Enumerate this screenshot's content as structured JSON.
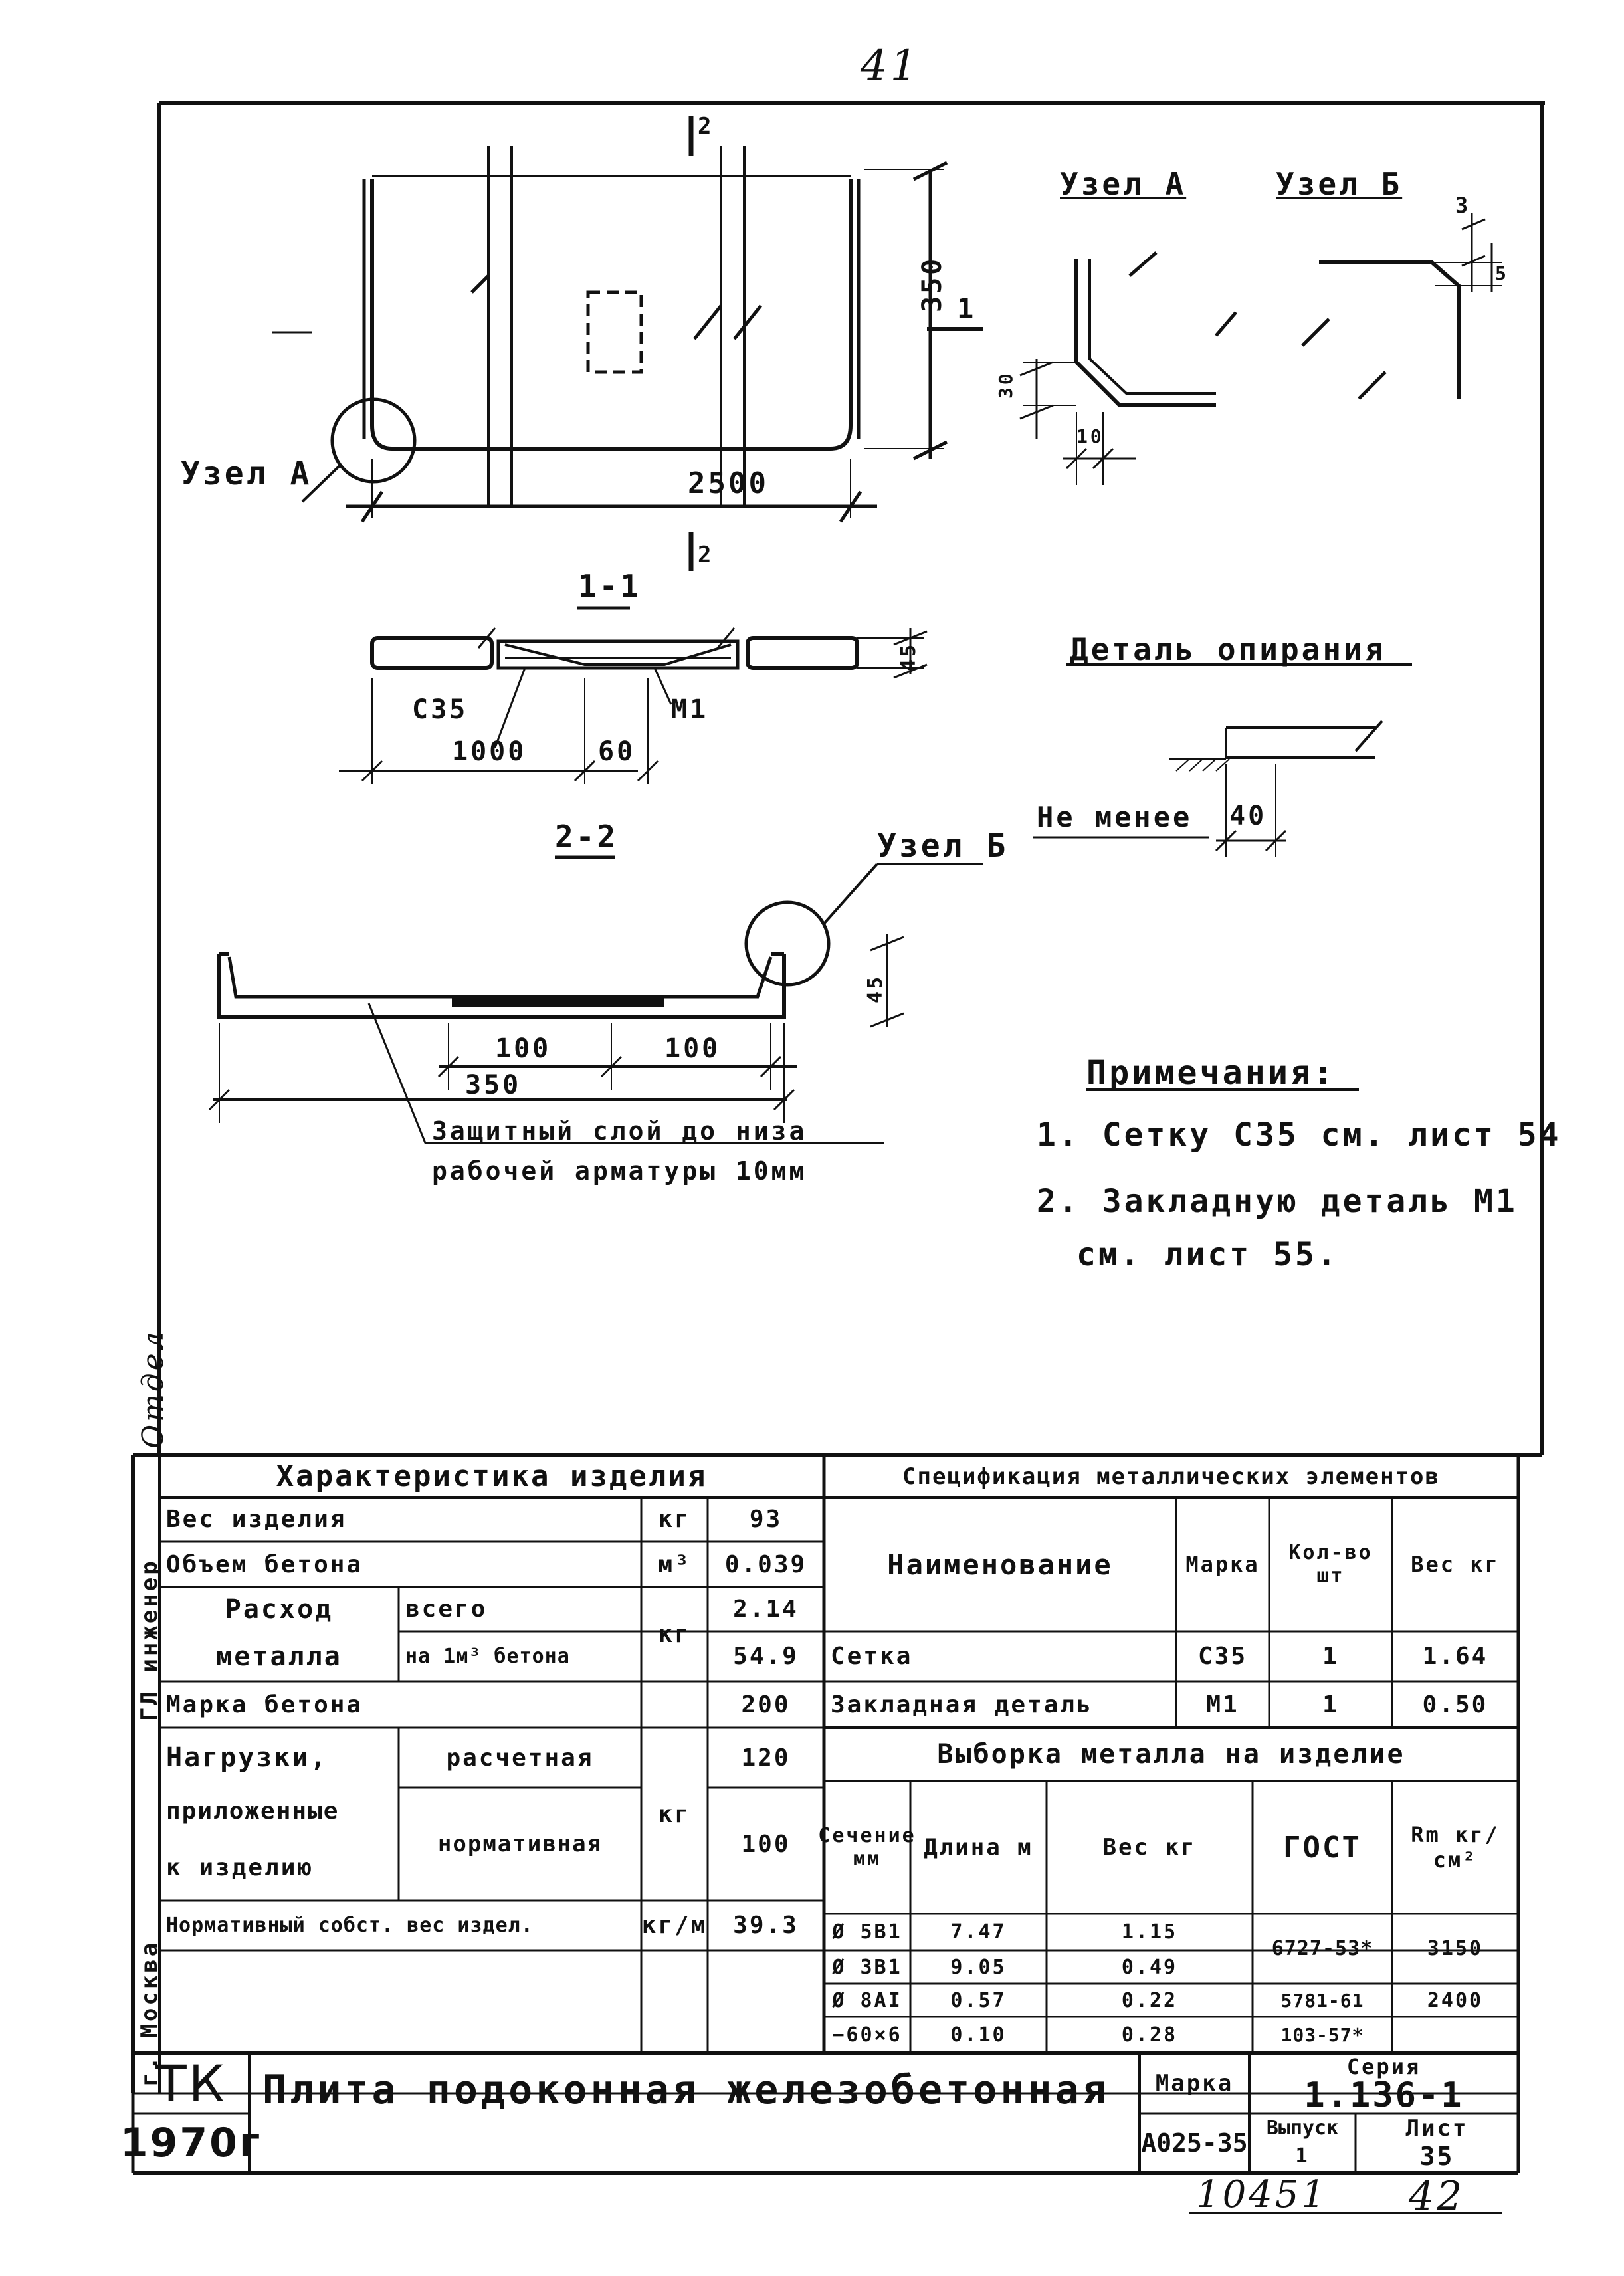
{
  "page": {
    "top_number": "41",
    "bottom_number_left": "10451",
    "bottom_number_right": "42"
  },
  "drawing": {
    "node_a_label": "Узел А",
    "node_b_label": "Узел Б",
    "node_a_callout": "Узел А",
    "node_b_callout": "Узел Б",
    "section_marks": {
      "top": "2",
      "bottom": "2",
      "right": "1"
    },
    "plan": {
      "length": "2500",
      "width": "350"
    },
    "section_1_1": {
      "title": "1-1",
      "h": "45",
      "c35": "С35",
      "m1": "М1",
      "d1000": "1000",
      "d60": "60"
    },
    "section_2_2": {
      "title": "2-2",
      "h": "45",
      "d100a": "100",
      "d100b": "100",
      "d350": "350"
    },
    "node_a_dims": {
      "v": "30",
      "h": "10"
    },
    "node_b_dims": {
      "d3": "3",
      "d5": "5"
    },
    "support_detail": {
      "title": "Деталь опирания",
      "label": "Не менее",
      "value": "40"
    },
    "protective_layer": [
      "Защитный слой до низа",
      "рабочей арматуры 10мм"
    ]
  },
  "notes": {
    "title": "Примечания:",
    "items": [
      "1. Сетку С35 см. лист 54",
      "2. Закладную деталь М1",
      "см. лист 55."
    ]
  },
  "left_margin": {
    "signature": "Отдел",
    "role": "ГЛ инженер",
    "city": "г. Москва"
  },
  "characteristics": {
    "title": "Характеристика изделия",
    "rows": [
      {
        "name": "Вес изделия",
        "unit": "кг",
        "value": "93"
      },
      {
        "name": "Объем бетона",
        "unit": "м³",
        "value": "0.039"
      },
      {
        "name": "Расход",
        "sub": "всего",
        "value": "2.14"
      },
      {
        "name": "металла",
        "sub": "на 1м³ бетона",
        "value": "54.9"
      },
      {
        "name": "Марка бетона",
        "value": "200"
      },
      {
        "name": "Нагрузки,",
        "sub": "расчетная",
        "value": "120"
      },
      {
        "name": "приложенные",
        "sub": "",
        "value": ""
      },
      {
        "name": "к изделию",
        "sub": "нормативная",
        "value": "100"
      },
      {
        "name": "Нормативный собст. вес издел.",
        "unit": "кг/м",
        "value": "39.3"
      }
    ],
    "metal_unit": "кг",
    "load_unit": "кг"
  },
  "specification": {
    "title": "Спецификация металлических элементов",
    "headers": {
      "name": "Наименование",
      "mark": "Марка",
      "qty": "Кол-во шт",
      "weight": "Вес кг"
    },
    "rows": [
      {
        "name": "Сетка",
        "mark": "С35",
        "qty": "1",
        "weight": "1.64"
      },
      {
        "name": "Закладная деталь",
        "mark": "М1",
        "qty": "1",
        "weight": "0.50"
      }
    ]
  },
  "metal_selection": {
    "title": "Выборка металла на изделие",
    "headers": {
      "section": "Сечение мм",
      "length": "Длина м",
      "weight": "Вес кг",
      "gost": "ГОСТ",
      "rm": "Rm кг/см²"
    },
    "rows": [
      {
        "section": "Ø 5В1",
        "length": "7.47",
        "weight": "1.15"
      },
      {
        "section": "Ø 3В1",
        "length": "9.05",
        "weight": "0.49"
      },
      {
        "section": "Ø 8АI",
        "length": "0.57",
        "weight": "0.22"
      },
      {
        "section": "−60×6",
        "length": "0.10",
        "weight": "0.28"
      }
    ],
    "gost_a": "6727-53*",
    "rm_a": "3150",
    "gost_b": "5781-61",
    "rm_b": "2400",
    "gost_c": "103-57*"
  },
  "title_block": {
    "org": "ТК",
    "year": "1970г",
    "title": "Плита подоконная железобетонная",
    "mark_label": "Марка",
    "mark_value": "А025-35",
    "series_label": "Серия",
    "series_value": "1.136-1",
    "issue_label": "Выпуск",
    "issue_value": "1",
    "sheet_label": "Лист",
    "sheet_value": "35"
  }
}
